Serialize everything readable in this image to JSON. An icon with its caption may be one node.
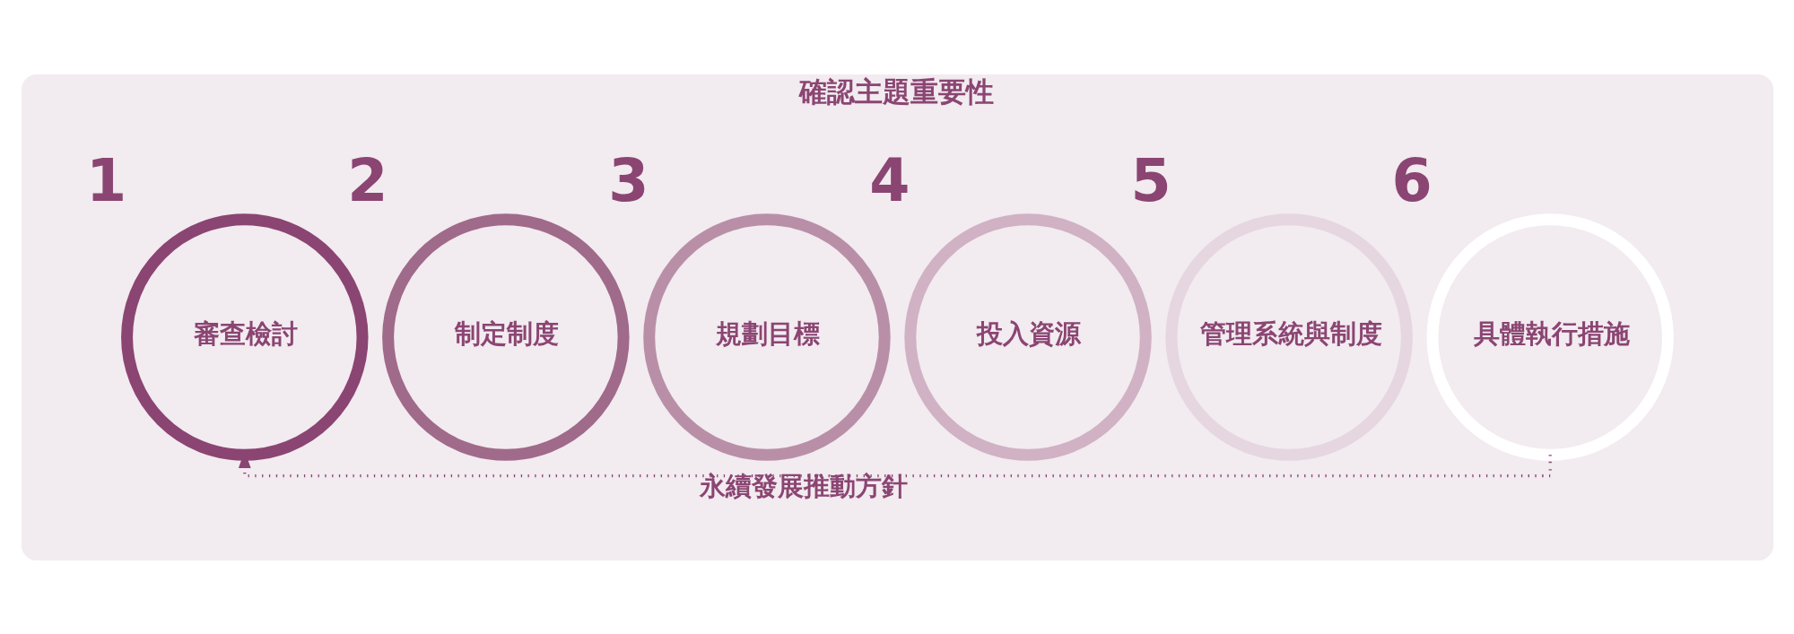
{
  "diagram": {
    "nodes": [
      {
        "text": [
          "確認主題重要性"
        ]
      },
      {
        "text": [
          "審查檢討"
        ],
        "beside": [
          "1"
        ],
        "in": 0
      },
      {
        "text": [
          "制定制度"
        ],
        "beside": [
          "2"
        ],
        "in": 0
      },
      {
        "text": [
          "規劃目標"
        ],
        "beside": [
          "3"
        ],
        "in": 0
      },
      {
        "text": [
          "投入資源"
        ],
        "beside": [
          "4"
        ],
        "in": 0
      },
      {
        "text": [
          "管理系統與制度"
        ],
        "beside": [
          "5"
        ],
        "in": 0
      },
      {
        "text": [
          "具體執行措施"
        ],
        "beside": [
          "6"
        ],
        "in": 0
      }
    ],
    "edges": [
      {
        "from": 6,
        "to": 1,
        "arrow": "to",
        "style": "dashed",
        "label": "永續發展推動方針"
      }
    ]
  }
}
